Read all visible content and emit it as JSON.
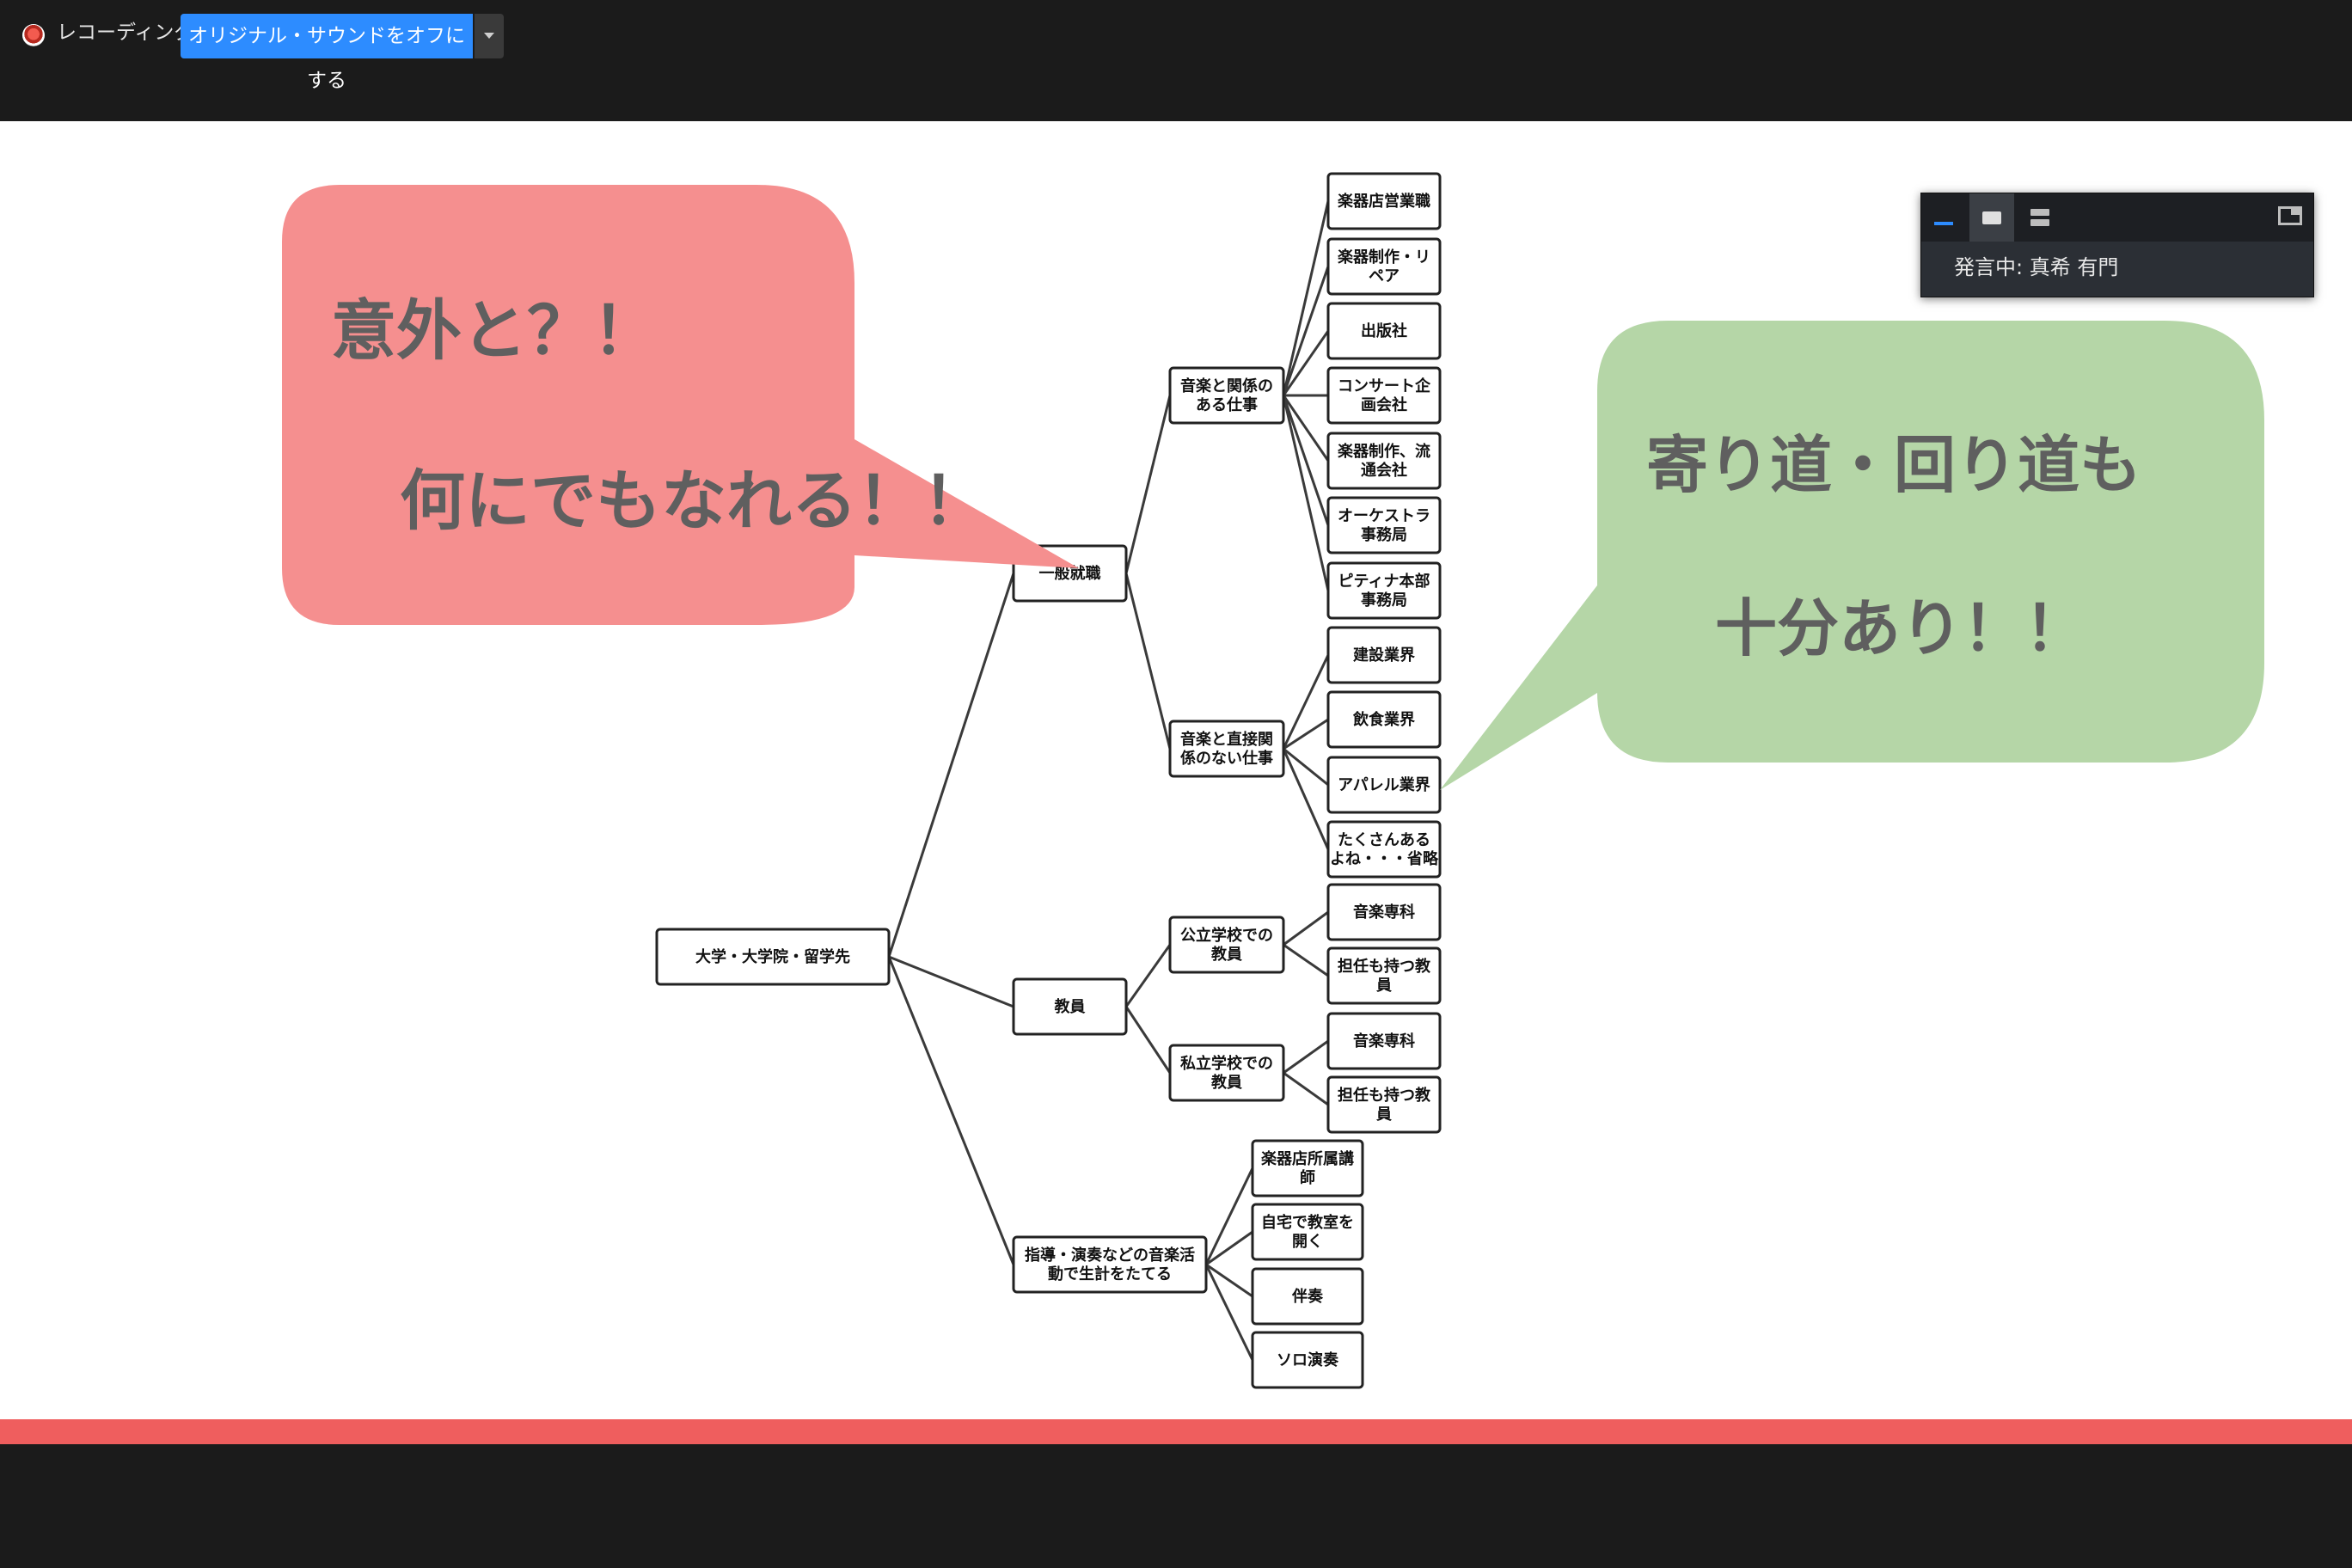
{
  "topbar": {
    "recording_label": "レコーディング",
    "original_sound_button": "オリジナル・サウンドをオフにする",
    "icons": [
      "record-icon",
      "dropdown-arrow-icon"
    ]
  },
  "speaker_panel": {
    "speaking_label": "発言中: 真希 有門",
    "icons": [
      "minimize-icon",
      "speaker-view-icon",
      "gallery-view-icon",
      "popout-icon"
    ]
  },
  "slide": {
    "bubble_left": {
      "line1": "意外と？！",
      "line2": "何にでもなれる！！",
      "color": "#f58f8f"
    },
    "bubble_right": {
      "line1": "寄り道・回り道も",
      "line2": "十分あり！！",
      "color": "#b5d6a7"
    },
    "tree": {
      "root": "大学・大学院・留学先",
      "l1": [
        "一般就職",
        "教員",
        "指導・演奏などの音楽活動で生計をたてる"
      ],
      "general": [
        "音楽と関係のある仕事",
        "音楽と直接関係のない仕事"
      ],
      "music_related": [
        "楽器店営業職",
        "楽器制作・リペア",
        "出版社",
        "コンサート企画会社",
        "楽器制作、流通会社",
        "オーケストラ事務局",
        "ピティナ本部事務局"
      ],
      "non_music": [
        "建設業界",
        "飲食業界",
        "アパレル業界",
        "たくさんあるよね・・・省略"
      ],
      "teacher": [
        "公立学校での教員",
        "私立学校での教員"
      ],
      "public": [
        "音楽専科",
        "担任も持つ教員"
      ],
      "private": [
        "音楽専科",
        "担任も持つ教員"
      ],
      "performer": [
        "楽器店所属講師",
        "自宅で教室を開く",
        "伴奏",
        "ソロ演奏"
      ]
    }
  },
  "colors": {
    "accent_blue": "#2d8cff",
    "slide_bar": "#ef5e5e",
    "background": "#1b1b1b"
  }
}
